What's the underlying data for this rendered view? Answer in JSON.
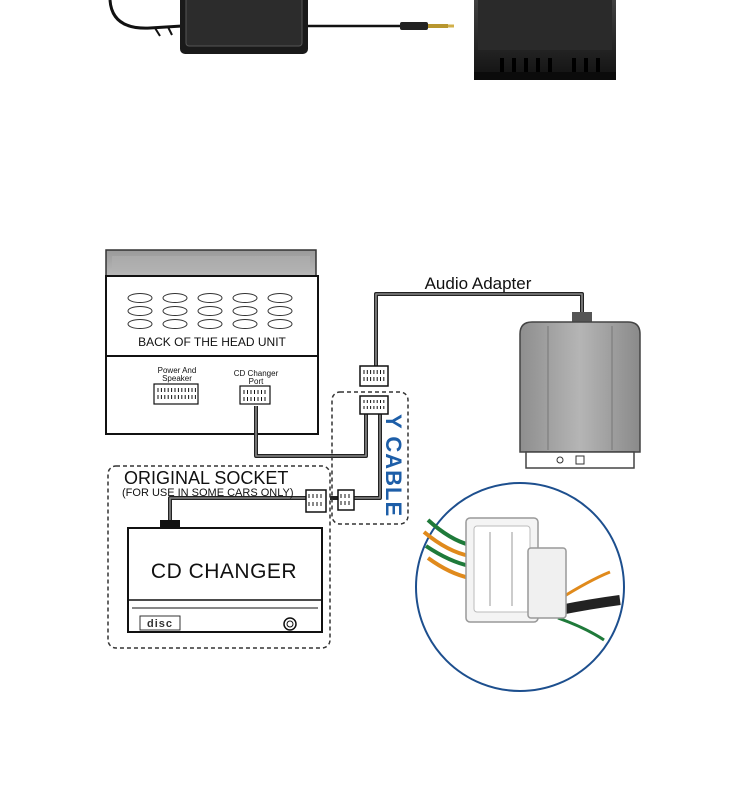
{
  "labels": {
    "head_unit": "BACK OF THE HEAD UNIT",
    "power_speaker_line1": "Power And",
    "power_speaker_line2": "Speaker",
    "cd_changer_port_line1": "CD Changer",
    "cd_changer_port_line2": "Port",
    "audio_adapter": "Audio Adapter",
    "y_cable": "Y CABLE",
    "original_socket": "ORIGINAL SOCKET",
    "original_socket_note": "(FOR USE IN SOME CARS ONLY)",
    "cd_changer": "CD CHANGER",
    "disc_logo": "disc"
  },
  "icons": [
    "power-adapter-icon",
    "audio-jack-icon",
    "head-unit-icon",
    "adapter-box-icon",
    "cd-changer-icon",
    "connector-closeup-photo"
  ]
}
